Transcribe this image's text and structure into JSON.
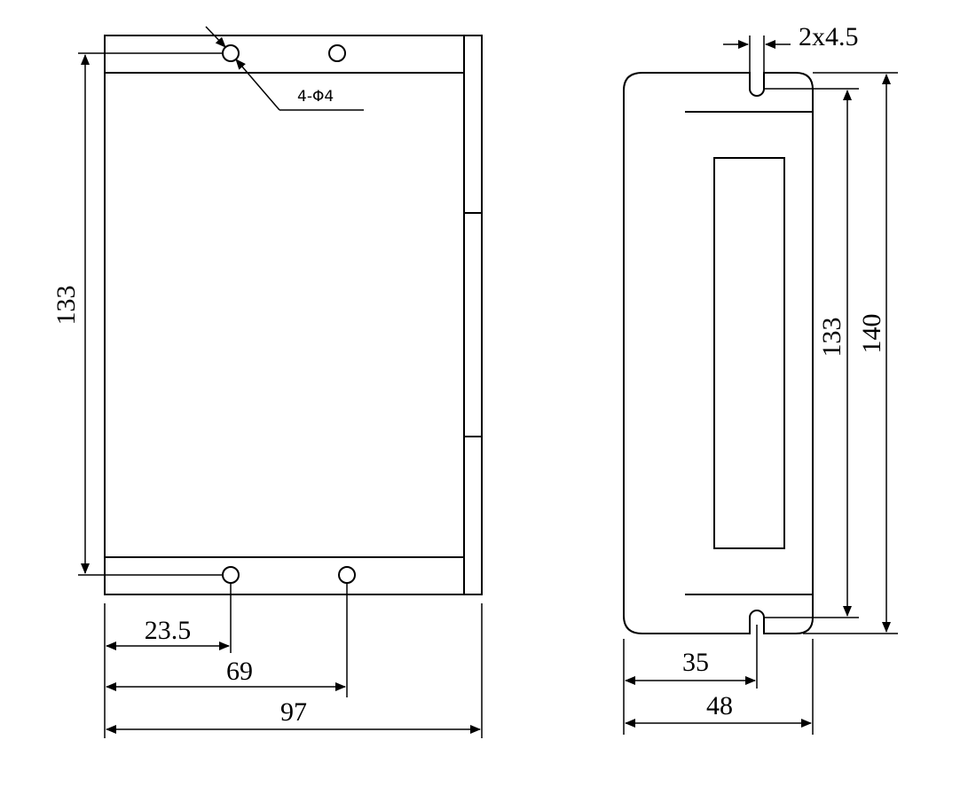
{
  "front_view": {
    "hole_note": "4-Φ4",
    "height_dim": "133",
    "dim_hole_1": "23.5",
    "dim_hole_2": "69",
    "dim_width": "97"
  },
  "side_view": {
    "slot_note": "2x4.5",
    "slot_spacing_dim": "133",
    "height_dim": "140",
    "slot_offset_dim": "35",
    "width_dim": "48"
  }
}
